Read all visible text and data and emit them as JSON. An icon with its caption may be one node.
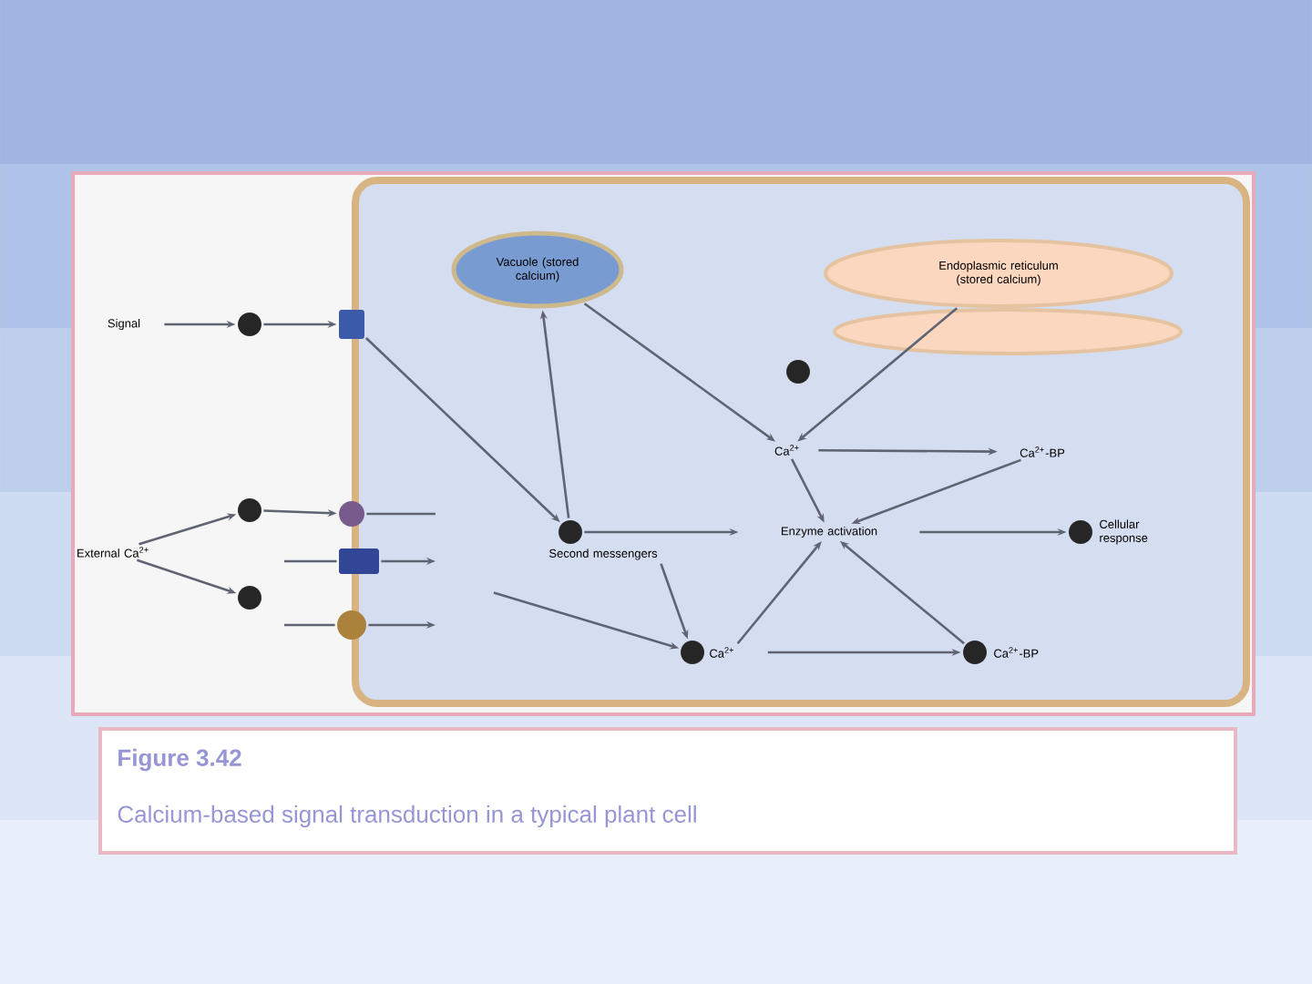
{
  "diagram": {
    "title": "Figure 3.42",
    "caption": "Calcium-based signal transduction in a typical plant cell",
    "nodes": [
      {
        "text": [
          "Signal"
        ]
      },
      {
        "text": [],
        "shape": "circle"
      },
      {
        "text": [],
        "shape": "box"
      },
      {
        "text": [
          "Vacuole (stored calcium)"
        ]
      },
      {
        "text": [
          "Endoplasmic reticulum (stored calcium)"
        ]
      },
      {
        "text": [],
        "shape": "circle"
      },
      {
        "text": [
          "Ca$^{2+}$"
        ]
      },
      {
        "text": [
          "Ca$^{2+}$-BP"
        ]
      },
      {
        "text": [
          "External Ca$^{2+}$"
        ]
      },
      {
        "text": [],
        "shape": "circle"
      },
      {
        "text": [],
        "shape": "circle"
      },
      {
        "text": [],
        "shape": "box"
      },
      {
        "text": [],
        "shape": "circle"
      },
      {
        "text": [],
        "shape": "circle"
      },
      {
        "text": [],
        "shape": "circle",
        "beside": [
          "Second messengers"
        ]
      },
      {
        "text": [
          "Enzyme activation"
        ]
      },
      {
        "text": [],
        "shape": "circle",
        "beside": [
          "Cellular response"
        ]
      },
      {
        "text": [],
        "shape": "circle",
        "beside": [
          "Ca$^{2+}$"
        ]
      },
      {
        "text": [],
        "shape": "circle",
        "beside": [
          "Ca$^{2+}$-BP"
        ]
      }
    ],
    "edges": [
      {
        "from": 0,
        "to": 1,
        "arrow": "to"
      },
      {
        "from": 1,
        "to": 2,
        "arrow": "to"
      },
      {
        "from": 2,
        "to": 14,
        "arrow": "to"
      },
      {
        "from": 14,
        "to": 3,
        "arrow": "to"
      },
      {
        "from": 3,
        "to": 6,
        "arrow": "to"
      },
      {
        "from": 4,
        "to": 6,
        "arrow": "to"
      },
      {
        "from": 6,
        "to": 7,
        "arrow": "to"
      },
      {
        "from": 6,
        "to": 15,
        "arrow": "to"
      },
      {
        "from": 7,
        "to": 15,
        "arrow": "to"
      },
      {
        "from": 14,
        "to": 15,
        "arrow": "to"
      },
      {
        "from": 15,
        "to": 16,
        "arrow": "to"
      },
      {
        "from": 8,
        "to": 9,
        "arrow": "to"
      },
      {
        "from": 8,
        "to": 12,
        "arrow": "to"
      },
      {
        "from": 9,
        "to": 10,
        "arrow": "to"
      },
      {
        "from": 10,
        "to": null,
        "arrow": "none"
      },
      {
        "from": null,
        "to": 11,
        "arrow": "none"
      },
      {
        "from": 11,
        "to": null,
        "arrow": "to"
      },
      {
        "from": null,
        "to": 13,
        "arrow": "none"
      },
      {
        "from": 13,
        "to": null,
        "arrow": "to"
      },
      {
        "from": null,
        "to": 17,
        "arrow": "to"
      },
      {
        "from": 14,
        "to": 17,
        "arrow": "to"
      },
      {
        "from": 17,
        "to": 18,
        "arrow": "to"
      },
      {
        "from": 17,
        "to": 15,
        "arrow": "to"
      },
      {
        "from": 18,
        "to": 15,
        "arrow": "to"
      }
    ]
  }
}
